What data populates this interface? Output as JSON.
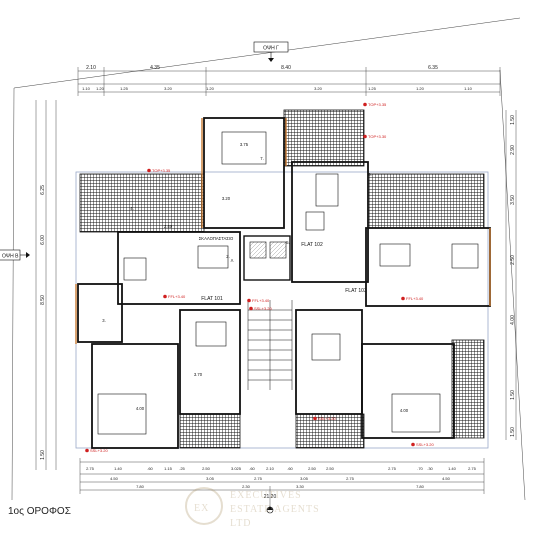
{
  "title_top": "ΟΨΗ Γ",
  "title_left": "ΟΨΗ Β",
  "caption": "1ος ΟΡΟΦΟΣ",
  "watermark_lines": [
    "EXECUTIVES",
    "ESTATE AGENTS",
    "LTD"
  ],
  "top_dims_row1": [
    "2.10",
    "4.35",
    "8.40",
    "6.35"
  ],
  "top_dims_row2": [
    "1.10",
    "1.20",
    "1.25",
    "3.20",
    "1.20",
    "3.20",
    "1.25",
    "1.20",
    "1.10"
  ],
  "bottom_dims_row1": [
    "2.75",
    "1.40",
    ".60",
    "1.15",
    ".25",
    "2.50",
    "3.025",
    ".60",
    "2.10",
    ".60",
    "2.50",
    "2.50",
    "2.75",
    ".70",
    ".30",
    "1.40",
    "2.75"
  ],
  "bottom_dims_row2": [
    "4.50",
    "3.05",
    "2.75",
    "3.05",
    "2.75",
    "4.50"
  ],
  "bottom_dims_row3": [
    "7.80",
    "2.30",
    "3.30",
    "7.80"
  ],
  "bottom_total": "21.20",
  "left_dims": [
    "6.25",
    "6.00",
    "8.50",
    "1.50"
  ],
  "right_dims": [
    "1.50",
    "2.90",
    "3.50",
    "2.50",
    "4.00",
    "1.50",
    "1.50"
  ],
  "flats": [
    "FLAT 101",
    "FLAT 102",
    "FLAT 103"
  ],
  "rooms": [
    "2.",
    "3.",
    "4.",
    "5.",
    "6.",
    "7.",
    "ΣΚΑΛΟΠΑΣΤΑΣΙΟ",
    "Λ"
  ],
  "levels": [
    "TOP+3.35",
    "TOP+3.30",
    "TOP+3.35",
    "FFL+3.40",
    "FFL+3.40",
    "FFL+3.40",
    "SSL+3.20",
    "SSL+3.20",
    "SSL+3.20",
    "SSL+3.20"
  ],
  "area_labels": [
    "4.00",
    "4.00",
    "3.75",
    "2.40",
    "3.70",
    "3.20"
  ],
  "colors": {
    "balcony": "#1a1a1a",
    "wall": "#111111",
    "accent": "#c77a33",
    "level": "#d02020",
    "outline": "#9aa8c8"
  }
}
